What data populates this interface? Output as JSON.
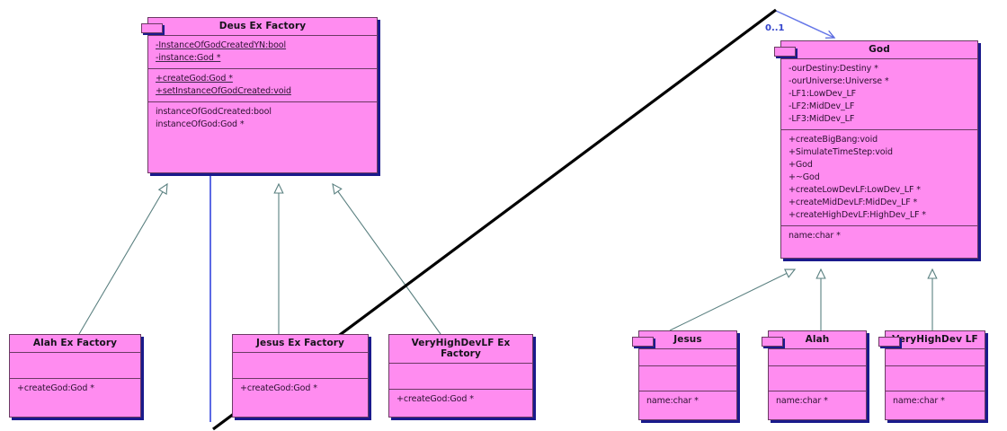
{
  "diagram": {
    "type": "uml-class-diagram",
    "background": "#ffffff",
    "class_fill": "#ff8cf0",
    "class_border": "#6b3a63",
    "shadow_color": "#1a1a8c",
    "inheritance_line_color": "#5a8080",
    "association_color": "#5566dd",
    "annotation_line_color": "#000000"
  },
  "classes": {
    "deus_ex_factory": {
      "title": "Deus Ex Factory",
      "attributes": [
        "-InstanceOfGodCreatedYN:bool",
        "-instance:God *"
      ],
      "operations": [
        "+createGod:God *",
        "+setInstanceOfGodCreated:void"
      ],
      "extra": [
        "instanceOfGodCreated:bool",
        "instanceOfGod:God *"
      ]
    },
    "god": {
      "title": "God",
      "attributes": [
        "-ourDestiny:Destiny *",
        "-ourUniverse:Universe *",
        "-LF1:LowDev_LF",
        "-LF2:MidDev_LF",
        "-LF3:MidDev_LF"
      ],
      "operations": [
        "+createBigBang:void",
        "+SimulateTimeStep:void",
        "+God",
        "+~God",
        "+createLowDevLF:LowDev_LF *",
        "+createMidDevLF:MidDev_LF *",
        "+createHighDevLF:HighDev_LF *"
      ],
      "extra": [
        "name:char *"
      ]
    },
    "alah_ex_factory": {
      "title": "Alah Ex Factory",
      "attributes": [],
      "operations": [
        "+createGod:God *"
      ]
    },
    "jesus_ex_factory": {
      "title": "Jesus Ex Factory",
      "attributes": [],
      "operations": [
        "+createGod:God *"
      ]
    },
    "veryhighdevlf_ex_factory": {
      "title": "VeryHighDevLF Ex Factory",
      "attributes": [],
      "operations": [
        "+createGod:God *"
      ]
    },
    "jesus": {
      "title": "Jesus",
      "attributes": [],
      "extra": [
        "name:char *"
      ]
    },
    "alah": {
      "title": "Alah",
      "attributes": [],
      "extra": [
        "name:char *"
      ]
    },
    "veryhighdev_lf": {
      "title": "VeryHighDev LF",
      "attributes": [],
      "extra": [
        "name:char *"
      ]
    }
  },
  "associations": [
    {
      "name": "deus-factory-to-god",
      "from": "deus_ex_factory",
      "to": "god",
      "multiplicity": "0..1",
      "color": "#5566dd"
    }
  ],
  "generalizations": [
    {
      "name": "alah-ex-factory-to-deus-ex-factory",
      "from": "alah_ex_factory",
      "to": "deus_ex_factory"
    },
    {
      "name": "jesus-ex-factory-to-deus-ex-factory",
      "from": "jesus_ex_factory",
      "to": "deus_ex_factory"
    },
    {
      "name": "veryhighdevlf-ex-factory-to-deus-ex-factory",
      "from": "veryhighdevlf_ex_factory",
      "to": "deus_ex_factory"
    },
    {
      "name": "jesus-to-god",
      "from": "jesus",
      "to": "god"
    },
    {
      "name": "alah-to-god",
      "from": "alah",
      "to": "god"
    },
    {
      "name": "veryhighdev-lf-to-god",
      "from": "veryhighdev_lf",
      "to": "god"
    }
  ]
}
